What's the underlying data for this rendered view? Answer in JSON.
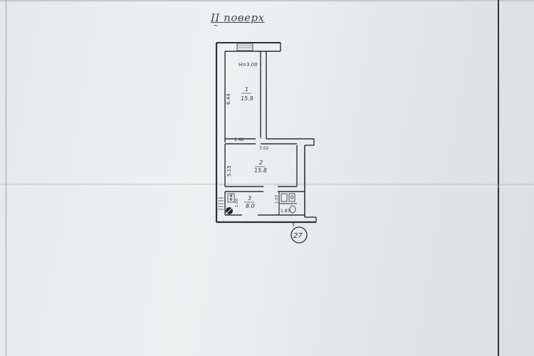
{
  "header": {
    "floor_title": "II поверх",
    "title_mark": "~"
  },
  "plan": {
    "height_label": "H=3.00",
    "room1": {
      "number": "1",
      "area": "15.9",
      "side_dim": "6.44"
    },
    "room2": {
      "number": "2",
      "area": "15.8",
      "side_dim": "5.15",
      "dim_top_left": "2.48",
      "dim_top_right": "3.02"
    },
    "room3": {
      "number": "3",
      "area": "8.0"
    },
    "small_dims": {
      "left": "1.00",
      "bath_width": "1.03",
      "bath_area": "1.83"
    },
    "apartment_number": "27"
  },
  "colors": {
    "ink": "#30363e",
    "paper": "#e9ebec"
  }
}
